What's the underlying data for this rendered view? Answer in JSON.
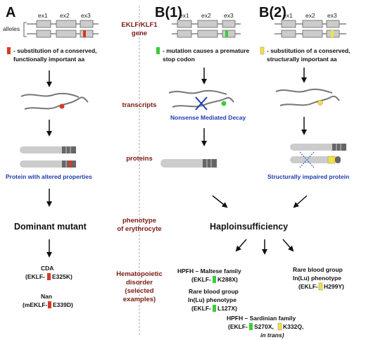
{
  "panels": {
    "a": "A",
    "b1": "B(1)",
    "b2": "B(2)"
  },
  "gene": {
    "exon1": "ex1",
    "exon2": "ex2",
    "exon3": "ex3",
    "alleles_label": "alleles"
  },
  "center_labels": {
    "gene": [
      "EKLF/KLF1",
      "gene"
    ],
    "transcripts": "transcripts",
    "proteins": "proteins",
    "phenotype": [
      "phenotype",
      "of erythrocyte"
    ],
    "disorder": [
      "Hematopoietic",
      "disorder",
      "(selected",
      "examples)"
    ]
  },
  "legend": {
    "a": [
      "- substitution of a conserved,",
      "functionally important aa"
    ],
    "b1": [
      "- mutation causes a premature",
      "stop codon"
    ],
    "b2": [
      "- substitution of a conserved,",
      "structurally important aa"
    ]
  },
  "captions": {
    "nmd": "Nonsense Mediated Decay",
    "altered_protein": "Protein with altered properties",
    "impaired_protein": "Structurally impaired protein"
  },
  "outcomes": {
    "dominant": "Dominant mutant",
    "haplo": "Haploinsufficiency"
  },
  "examples_a": [
    {
      "disease": "CDA",
      "gene": "(EKLF-",
      "mutation": "E325K)"
    },
    {
      "disease": "Nan",
      "gene": "(mEKLF-",
      "mutation": "E339D)"
    }
  ],
  "examples_b": {
    "maltese_title": "HPFH – Maltese family",
    "maltese_gene": "(EKLF-",
    "maltese_mut": "K288X)",
    "rare1_title": [
      "Rare blood group",
      "In(Lu) phenotype"
    ],
    "rare1_gene": "(EKLF-",
    "rare1_mut": "L127X)",
    "rare2_title": [
      "Rare blood group",
      "In(Lu) phenotype"
    ],
    "rare2_gene": "(EKLF-",
    "rare2_mut": "H299Y)",
    "sardinian_title": "HPFH – Sardinian family",
    "sardinian_gene": "(EKLF-",
    "sardinian_mut1": "S270X,",
    "sardinian_mut2": "K332Q,",
    "sardinian_note": "in trans)"
  },
  "colors": {
    "red": "#d63a24",
    "green": "#3ccc3c",
    "yellow": "#f4e23a",
    "dark_red": "#7a1a14",
    "blue": "#1f3cb0"
  }
}
